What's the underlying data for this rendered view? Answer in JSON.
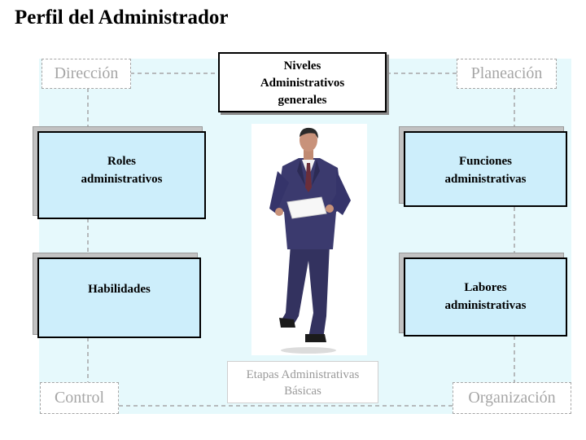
{
  "title": "Perfil del Administrador",
  "stages": {
    "direccion": "Dirección",
    "planeacion": "Planeación",
    "control": "Control",
    "organizacion": "Organización"
  },
  "center_top": [
    "Niveles",
    "Administrativos",
    "generales"
  ],
  "center_bottom": [
    "Etapas Administrativas",
    "Básicas"
  ],
  "boxes": {
    "roles": [
      "Roles",
      "administrativos"
    ],
    "habilidades": [
      "Habilidades"
    ],
    "funciones": [
      "Funciones",
      "administrativas"
    ],
    "labores": [
      "Labores",
      "administrativas"
    ]
  },
  "colors": {
    "panel": "#e6f9fc",
    "box_fill": "#cdeefb",
    "stage_text": "#a6a6a6",
    "suit": "#3b3a6e"
  },
  "image": "businessman-holding-paper"
}
